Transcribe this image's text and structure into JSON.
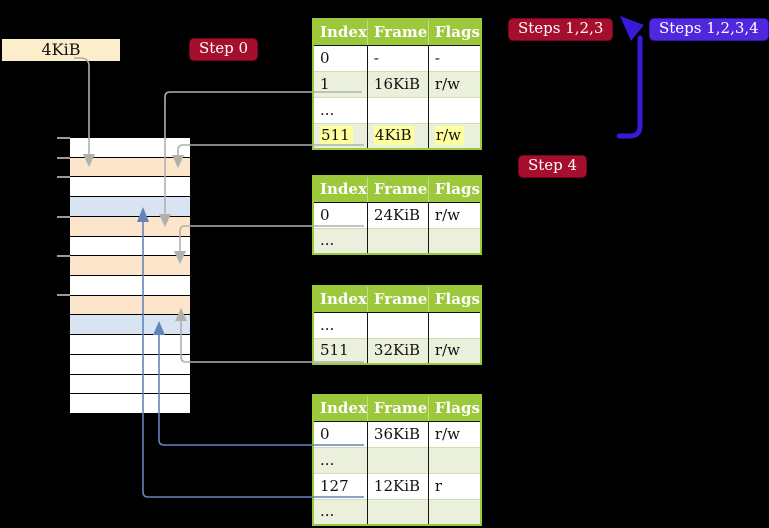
{
  "diagram": {
    "background": "#000000",
    "memory_label": "4KiB",
    "badges": {
      "step0": "Step 0",
      "steps123": "Steps 1,2,3",
      "steps1234": "Steps 1,2,3,4",
      "step4": "Step 4"
    },
    "memory_strip": {
      "rows": [
        "white",
        "peach",
        "white",
        "blue",
        "peach",
        "white",
        "peach",
        "white",
        "peach",
        "blue",
        "white",
        "white",
        "white",
        "white"
      ],
      "ticks_y": [
        138,
        158,
        177,
        217,
        256,
        295
      ]
    },
    "tables": {
      "t1": {
        "headers": [
          "Index",
          "Frame",
          "Flags"
        ],
        "rows": [
          [
            "0",
            "-",
            "-"
          ],
          [
            "1",
            "16KiB",
            "r/w"
          ],
          [
            "...",
            "",
            ""
          ],
          [
            "511",
            "4KiB",
            "r/w"
          ]
        ]
      },
      "t2": {
        "headers": [
          "Index",
          "Frame",
          "Flags"
        ],
        "rows": [
          [
            "0",
            "24KiB",
            "r/w"
          ],
          [
            "...",
            "",
            ""
          ]
        ]
      },
      "t3": {
        "headers": [
          "Index",
          "Frame",
          "Flags"
        ],
        "rows": [
          [
            "...",
            "",
            ""
          ],
          [
            "511",
            "32KiB",
            "r/w"
          ]
        ]
      },
      "t4": {
        "headers": [
          "Index",
          "Frame",
          "Flags"
        ],
        "rows": [
          [
            "0",
            "36KiB",
            "r/w"
          ],
          [
            "...",
            "",
            ""
          ],
          [
            "127",
            "12KiB",
            "r"
          ],
          [
            "...",
            "",
            ""
          ]
        ]
      }
    },
    "colors": {
      "badge_red": "#a60e2e",
      "badge_blue": "#5127dd",
      "table_header_green": "#9cc83c",
      "table_row_green": "#eaf0db",
      "highlight_yellow": "#ffff9e",
      "strip_peach": "#fce5cb",
      "strip_blue": "#d9e4f2",
      "label_cream": "#fcedcb",
      "arrow_gray": "#b0b0b0",
      "arrow_steelblue": "#6384b8",
      "arrow_blue": "#381bd6"
    },
    "arrows": [
      {
        "name": "label-to-4kib-arrow",
        "color": "gray"
      },
      {
        "name": "l4-entry1-to-16kib-arrow",
        "color": "gray"
      },
      {
        "name": "l4-entry511-to-4kib-arrow",
        "color": "gray"
      },
      {
        "name": "l3-entry0-to-24kib-arrow",
        "color": "gray"
      },
      {
        "name": "l2-entry511-to-32kib-arrow",
        "color": "gray"
      },
      {
        "name": "l1-entry0-to-36kib-arrow",
        "color": "steelblue"
      },
      {
        "name": "l1-entry127-to-12kib-arrow",
        "color": "steelblue"
      },
      {
        "name": "recursive-loop-arrow",
        "color": "blue"
      }
    ]
  }
}
